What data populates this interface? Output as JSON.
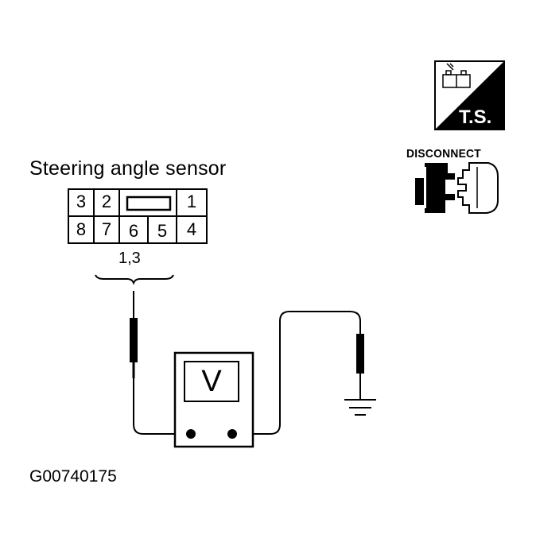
{
  "sensor": {
    "title": "Steering angle sensor",
    "pins_top": [
      "3",
      "2",
      "1"
    ],
    "pins_bottom": [
      "8",
      "7",
      "6",
      "5",
      "4"
    ],
    "probe_pins": "1,3"
  },
  "meter": {
    "symbol": "V"
  },
  "badges": {
    "ts_label": "T.S.",
    "disconnect_label": "DISCONNECT"
  },
  "figure_code": "G00740175"
}
